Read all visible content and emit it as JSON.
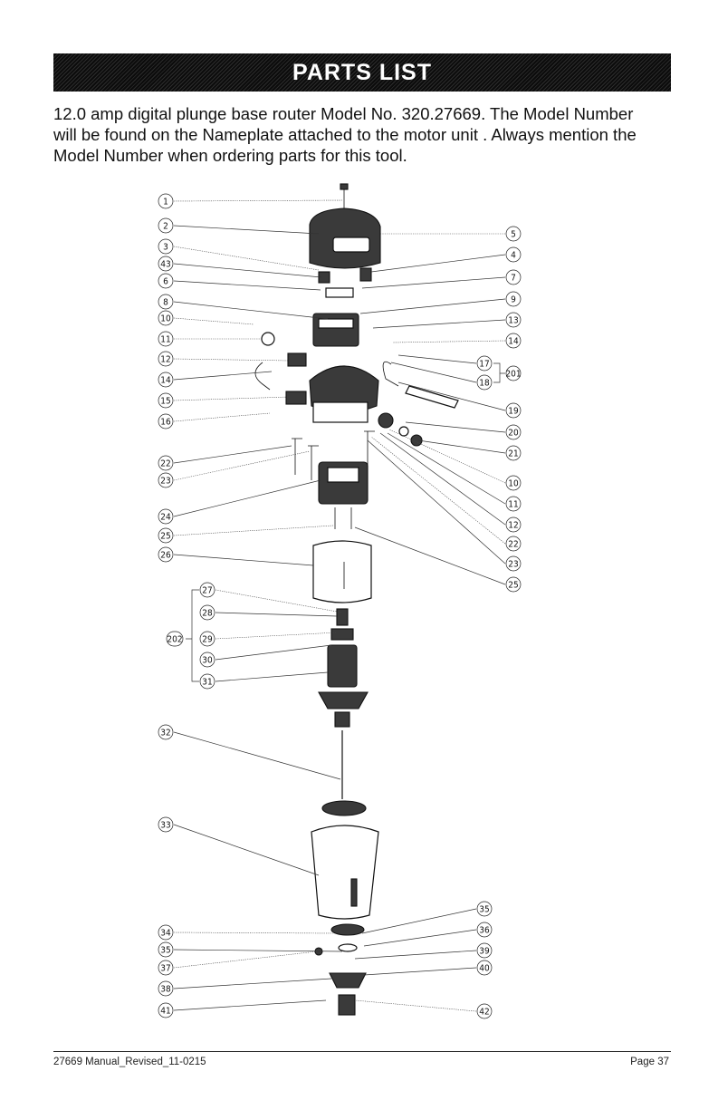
{
  "banner": {
    "title": "PARTS LIST"
  },
  "intro": {
    "lines": [
      "12.0 amp digital plunge base router Model No. 320.27669. The Model Number",
      "will be found on the Nameplate attached to the motor unit . Always mention the",
      "Model Number when ordering parts for this tool."
    ]
  },
  "callouts": {
    "left": [
      "1",
      "2",
      "3",
      "43",
      "6",
      "8",
      "10",
      "11",
      "12",
      "14",
      "15",
      "16",
      "22",
      "23",
      "24",
      "25",
      "26",
      "27",
      "28",
      "29",
      "30",
      "31",
      "32",
      "33",
      "34",
      "35",
      "37",
      "38",
      "41"
    ],
    "right": [
      "5",
      "4",
      "7",
      "9",
      "13",
      "14",
      "17",
      "18",
      "201",
      "19",
      "20",
      "21",
      "10",
      "11",
      "12",
      "22",
      "23",
      "25",
      "35",
      "36",
      "39",
      "40",
      "42"
    ],
    "group": "202"
  },
  "footer": {
    "left": "27669 Manual_Revised_11-0215",
    "right": "Page 37"
  }
}
